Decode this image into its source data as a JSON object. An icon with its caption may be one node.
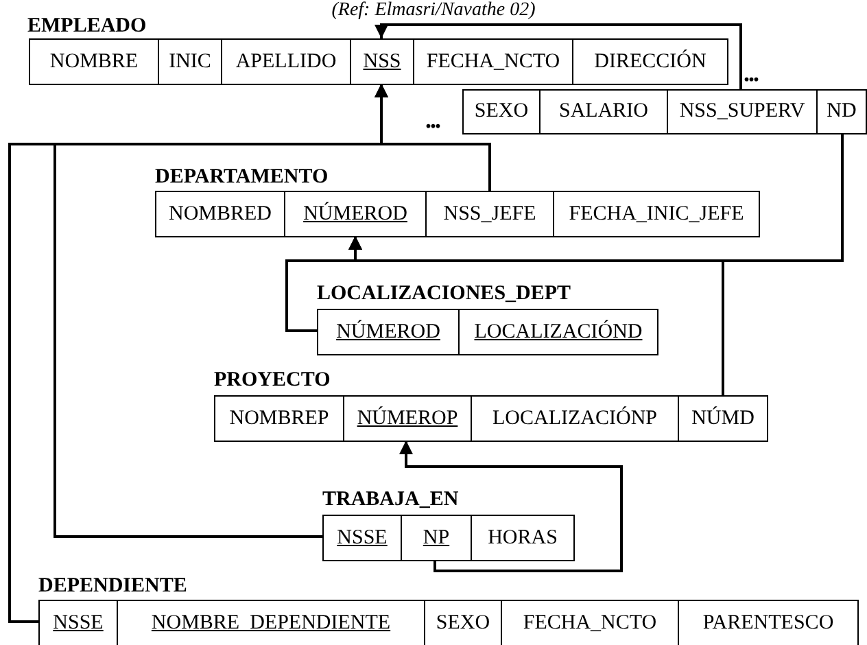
{
  "diagram": {
    "title": "(Ref: Elmasri/Navathe 02)",
    "nodes": [
      {
        "text": [
          "EMPLEADO"
        ]
      },
      {
        "text": [
          "NOMBRE"
        ],
        "in": 0
      },
      {
        "text": [
          "INIC"
        ],
        "in": 0
      },
      {
        "text": [
          "APELLIDO"
        ],
        "in": 0
      },
      {
        "text": [
          "NSS"
        ],
        "in": 0
      },
      {
        "text": [
          "FECHA_NCTO"
        ],
        "in": 0
      },
      {
        "text": [
          "DIRECCIÓN"
        ],
        "in": 0
      },
      {
        "text": [
          "SEXO"
        ],
        "in": 0
      },
      {
        "text": [
          "SALARIO"
        ],
        "in": 0
      },
      {
        "text": [
          "NSS_SUPERV"
        ],
        "in": 0
      },
      {
        "text": [
          "ND"
        ],
        "in": 0
      },
      {
        "text": [
          "DEPARTAMENTO"
        ]
      },
      {
        "text": [
          "NOMBRED"
        ],
        "in": 11
      },
      {
        "text": [
          "NÚMEROD"
        ],
        "in": 11
      },
      {
        "text": [
          "NSS_JEFE"
        ],
        "in": 11
      },
      {
        "text": [
          "FECHA_INIC_JEFE"
        ],
        "in": 11
      },
      {
        "text": [
          "LOCALIZACIONES_DEPT"
        ]
      },
      {
        "text": [
          "NÚMEROD"
        ],
        "in": 16
      },
      {
        "text": [
          "LOCALIZACIÓND"
        ],
        "in": 16
      },
      {
        "text": [
          "PROYECTO"
        ]
      },
      {
        "text": [
          "NOMBREP"
        ],
        "in": 19
      },
      {
        "text": [
          "NÚMEROP"
        ],
        "in": 19
      },
      {
        "text": [
          "LOCALIZACIÓNP"
        ],
        "in": 19
      },
      {
        "text": [
          "NÚMD"
        ],
        "in": 19
      },
      {
        "text": [
          "TRABAJA_EN"
        ]
      },
      {
        "text": [
          "NSSE"
        ],
        "in": 24
      },
      {
        "text": [
          "NP"
        ],
        "in": 24
      },
      {
        "text": [
          "HORAS"
        ],
        "in": 24
      },
      {
        "text": [
          "DEPENDIENTE"
        ]
      },
      {
        "text": [
          "NSSE"
        ],
        "in": 28
      },
      {
        "text": [
          "NOMBRE_DEPENDIENTE"
        ],
        "in": 28
      },
      {
        "text": [
          "SEXO"
        ],
        "in": 28
      },
      {
        "text": [
          "FECHA_NCTO"
        ],
        "in": 28
      },
      {
        "text": [
          "PARENTESCO"
        ],
        "in": 28
      }
    ],
    "edges": [
      {
        "from": 9,
        "to": 4,
        "arrow": "to"
      },
      {
        "from": 14,
        "to": 4,
        "arrow": "to"
      },
      {
        "from": 25,
        "to": 4,
        "arrow": "to"
      },
      {
        "from": 29,
        "to": 4,
        "arrow": "to"
      },
      {
        "from": 26,
        "to": 21,
        "arrow": "to"
      },
      {
        "from": 17,
        "to": 13,
        "arrow": "to"
      },
      {
        "from": 23,
        "to": 13,
        "arrow": "to"
      },
      {
        "from": 10,
        "to": 13,
        "arrow": "to"
      }
    ],
    "labels": [
      "...",
      "..."
    ]
  }
}
